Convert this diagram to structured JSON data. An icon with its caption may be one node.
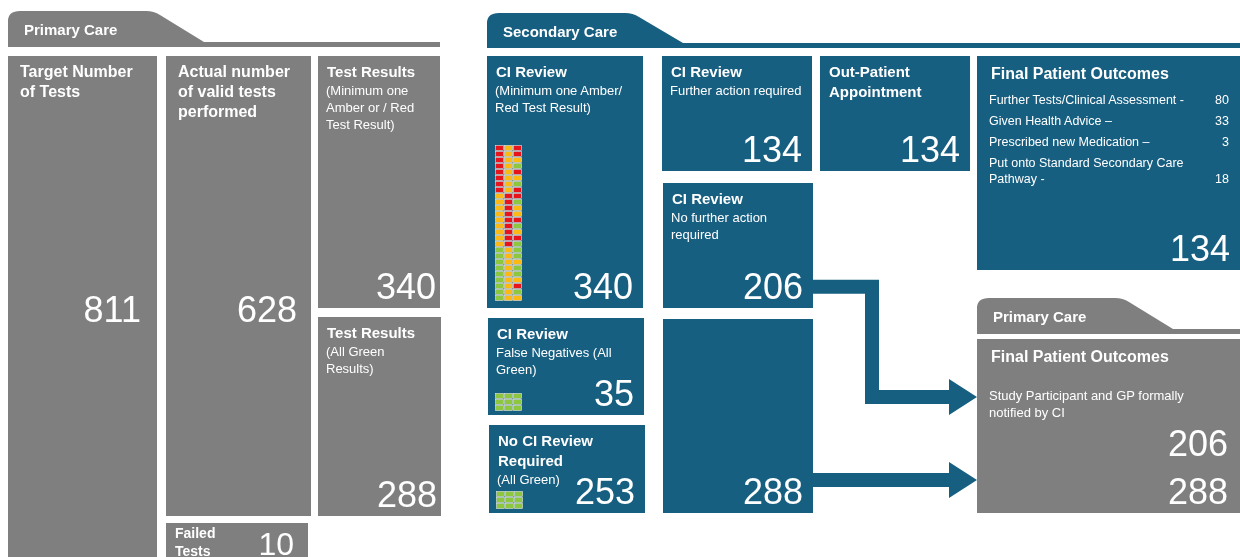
{
  "diagram": {
    "nodes": [
      {
        "text": [
          "Primary Care"
        ]
      },
      {
        "text": [
          "Target Number of Tests",
          "811"
        ]
      },
      {
        "text": [
          "Actual number of valid tests performed",
          "628"
        ]
      },
      {
        "text": [
          "Test Results",
          "(Minimum one Amber or / Red Test Result)",
          "340"
        ]
      },
      {
        "text": [
          "Test Results",
          "(All Green Results)",
          "288"
        ]
      },
      {
        "text": [
          "Failed Tests",
          "10"
        ]
      },
      {
        "text": [
          "Secondary Care"
        ]
      },
      {
        "text": [
          "CI Review",
          "(Minimum one Amber/ Red Test Result)",
          "340"
        ]
      },
      {
        "text": [
          "CI Review",
          "False Negatives (All Green)",
          "35"
        ]
      },
      {
        "text": [
          "No CI Review Required",
          "(All Green)",
          "253"
        ]
      },
      {
        "text": [
          "CI Review",
          "Further action required",
          "134"
        ]
      },
      {
        "text": [
          "CI Review",
          "No further action required",
          "206"
        ]
      },
      {
        "text": [
          "288"
        ]
      },
      {
        "text": [
          "Out-Patient Appointment",
          "134"
        ]
      },
      {
        "text": [
          "Final Patient Outcomes",
          "Further Tests/Clinical Assessment -",
          "80",
          "Given Health Advice –",
          "33",
          "Prescribed new Medication –",
          "3",
          "Put onto Standard Secondary Care Pathway -",
          "18",
          "134"
        ]
      },
      {
        "text": [
          "Primary Care"
        ]
      },
      {
        "text": [
          "Final Patient Outcomes",
          "Study Participant and GP formally notified by CI",
          "206",
          "288"
        ]
      }
    ],
    "edges": [
      {
        "from": 11,
        "to": 16,
        "arrow": "to"
      },
      {
        "from": 12,
        "to": 16,
        "arrow": "to"
      }
    ]
  }
}
